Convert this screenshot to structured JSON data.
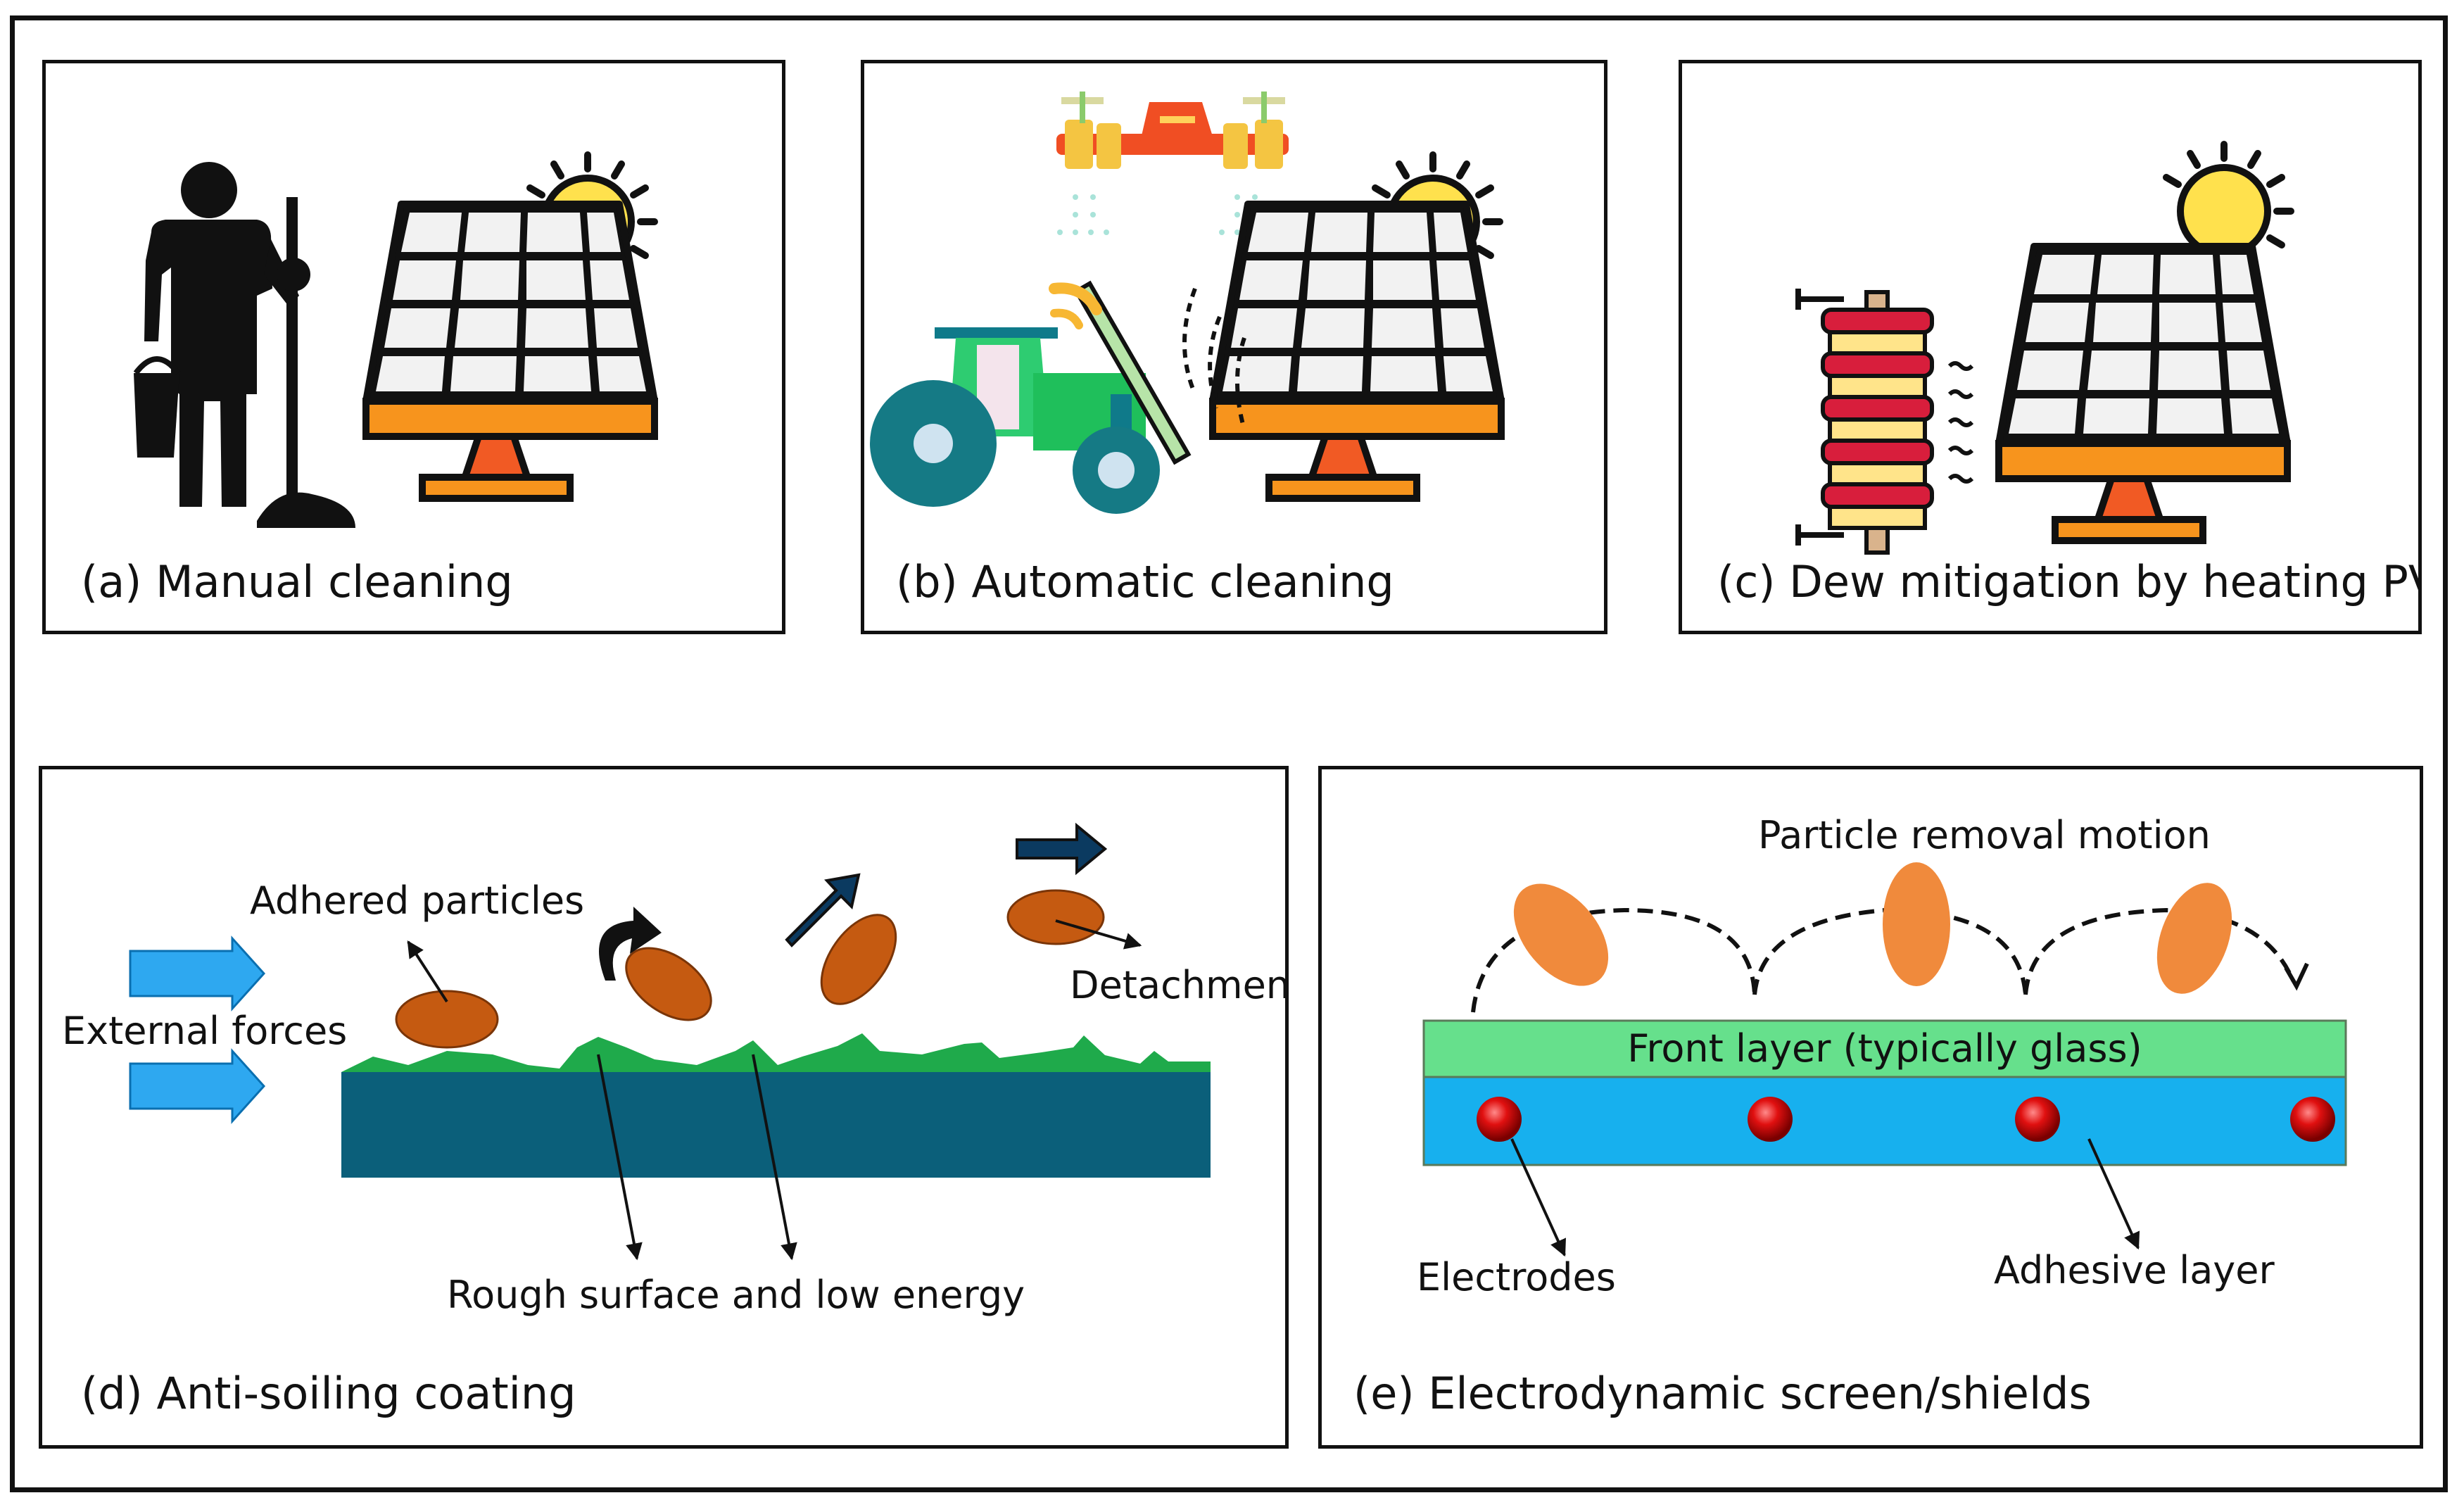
{
  "panels": {
    "a": {
      "caption": "(a) Manual cleaning"
    },
    "b": {
      "caption": "(b) Automatic cleaning"
    },
    "c": {
      "caption": "(c) Dew mitigation by heating PV"
    },
    "d": {
      "caption": "(d) Anti-soiling coating",
      "labels": {
        "adhered": "Adhered particles",
        "external": "External forces",
        "detachment": "Detachment",
        "rough": "Rough surface and low energy"
      }
    },
    "e": {
      "caption": "(e) Electrodynamic screen/shields",
      "labels": {
        "motion": "Particle removal motion",
        "front": "Front layer (typically glass)",
        "electrodes": "Electrodes",
        "adhesive": "Adhesive layer"
      }
    }
  },
  "icons": [
    "person-with-mop-icon",
    "solar-panel-icon",
    "sun-icon",
    "drone-icon",
    "tractor-icon",
    "heater-coil-icon"
  ],
  "colors": {
    "panel_orange": "#F7941D",
    "stand_orange": "#F15A24",
    "sun_yellow": "#FFE14D",
    "cell_gray": "#F2F2F2",
    "substrate": "#0B5F7A",
    "rough_green": "#1FAA4B",
    "particle_brown": "#C55A11",
    "arrow_blue": "#2EA8F0",
    "glass_green": "#66E08C",
    "adhesive_blue": "#17B0EE",
    "electrode_red": "#E01010",
    "ellipse_orange": "#F08A3C"
  }
}
